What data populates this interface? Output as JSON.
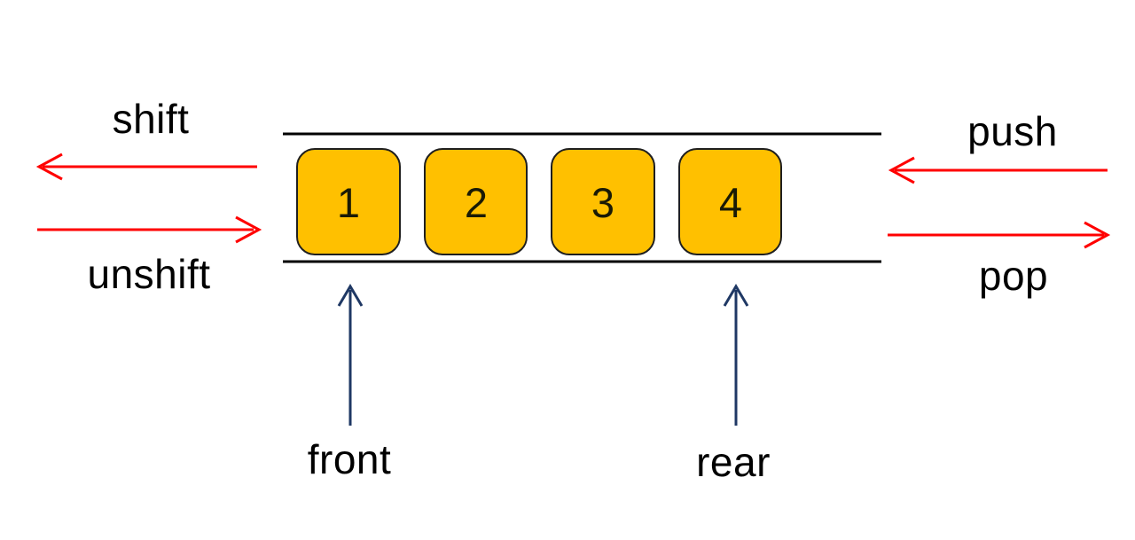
{
  "diagram": {
    "type": "deque-queue-structure",
    "left_operations": {
      "shift": "shift",
      "unshift": "unshift"
    },
    "right_operations": {
      "push": "push",
      "pop": "pop"
    },
    "pointers": {
      "front": "front",
      "rear": "rear"
    },
    "queue_items": [
      "1",
      "2",
      "3",
      "4"
    ],
    "colors": {
      "box_fill": "#FFC000",
      "box_border": "#1f1f1f",
      "item_text": "#1a1a05",
      "rail": "#000000",
      "operation_arrow": "#FF0000",
      "pointer_arrow": "#1F3864"
    }
  }
}
